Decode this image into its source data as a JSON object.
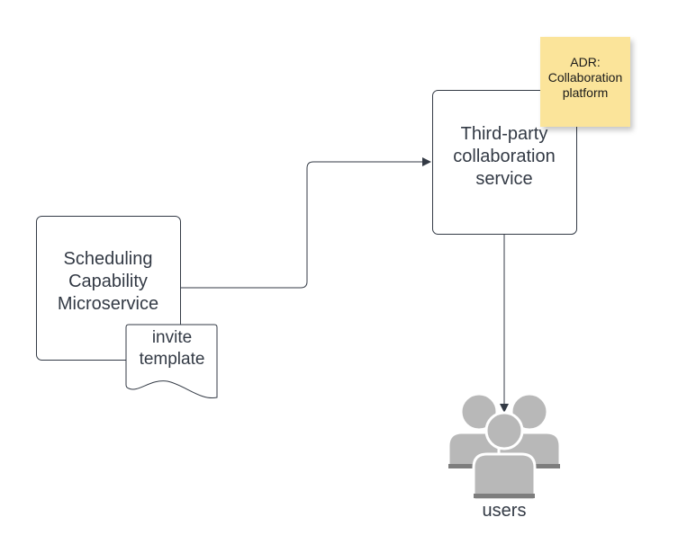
{
  "diagram": {
    "nodes": {
      "scheduling_service": {
        "lines": [
          "Scheduling",
          "Capability",
          "Microservice"
        ]
      },
      "invite_template": {
        "lines": [
          "invite",
          "template"
        ]
      },
      "collaboration_service": {
        "lines": [
          "Third-party",
          "collaboration",
          "service"
        ]
      },
      "adr_note": {
        "lines": [
          "ADR:",
          "Collaboration",
          "platform"
        ],
        "color": "#fbe49a"
      },
      "users": {
        "label": "users",
        "icon": "users-group-icon",
        "color": "#b8b8b8"
      }
    },
    "edges": [
      {
        "from": "scheduling_service",
        "to": "collaboration_service"
      },
      {
        "from": "collaboration_service",
        "to": "users"
      }
    ],
    "colors": {
      "stroke": "#333a45",
      "text": "#333a45"
    }
  }
}
